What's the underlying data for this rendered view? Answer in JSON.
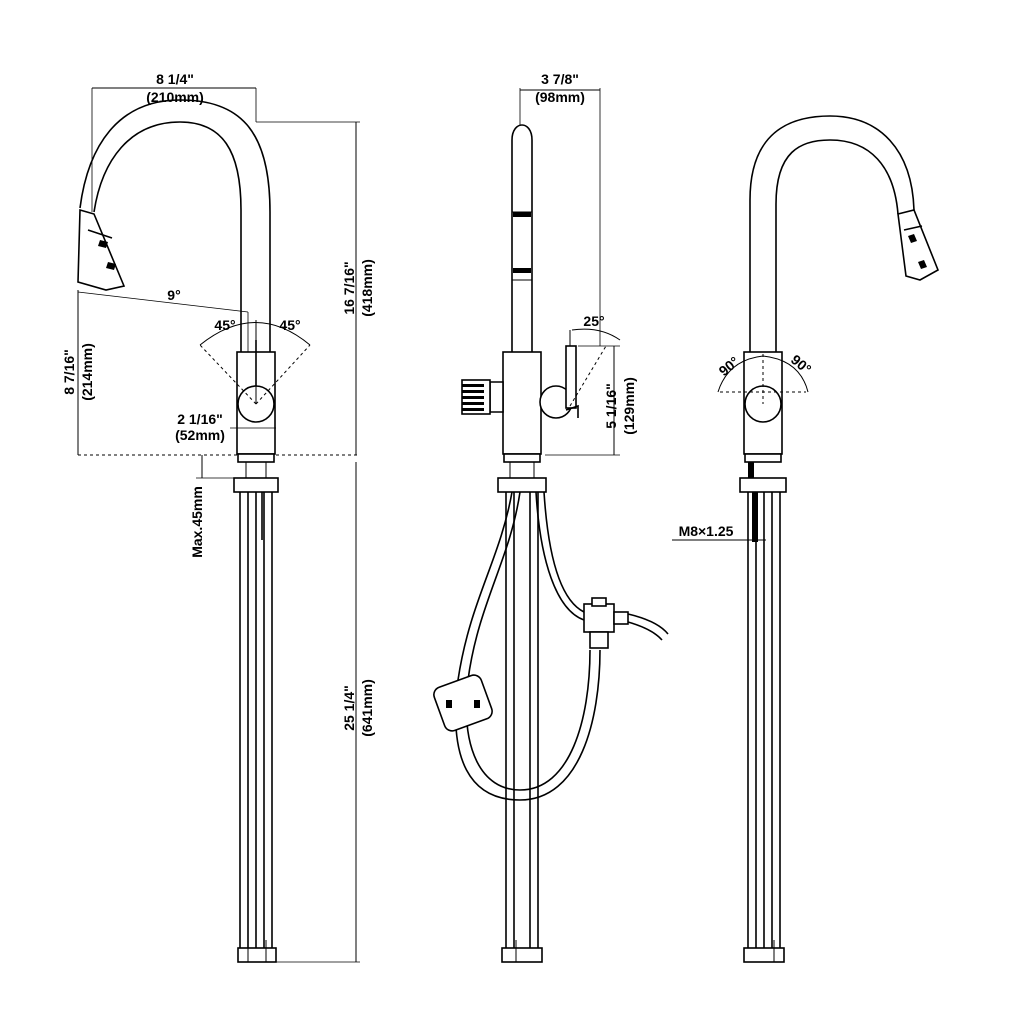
{
  "front_view": {
    "width_in": "8 1/4\"",
    "width_mm": "(210mm)",
    "angle_tilt": "9°",
    "angle_left": "45°",
    "angle_right": "45°",
    "base_in": "2 1/16\"",
    "base_mm": "(52mm)",
    "spout_height_in": "8 7/16\"",
    "spout_height_mm": "(214mm)",
    "total_height_in": "16 7/16\"",
    "total_height_mm": "(418mm)",
    "max_deck": "Max.45mm",
    "shank_in": "25 1/4\"",
    "shank_mm": "(641mm)"
  },
  "side_view": {
    "reach_in": "3 7/8\"",
    "reach_mm": "(98mm)",
    "handle_angle": "25°",
    "handle_height_in": "5 1/16\"",
    "handle_height_mm": "(129mm)"
  },
  "back_view": {
    "angle_left": "90°",
    "angle_right": "90°",
    "thread": "M8×1.25"
  }
}
